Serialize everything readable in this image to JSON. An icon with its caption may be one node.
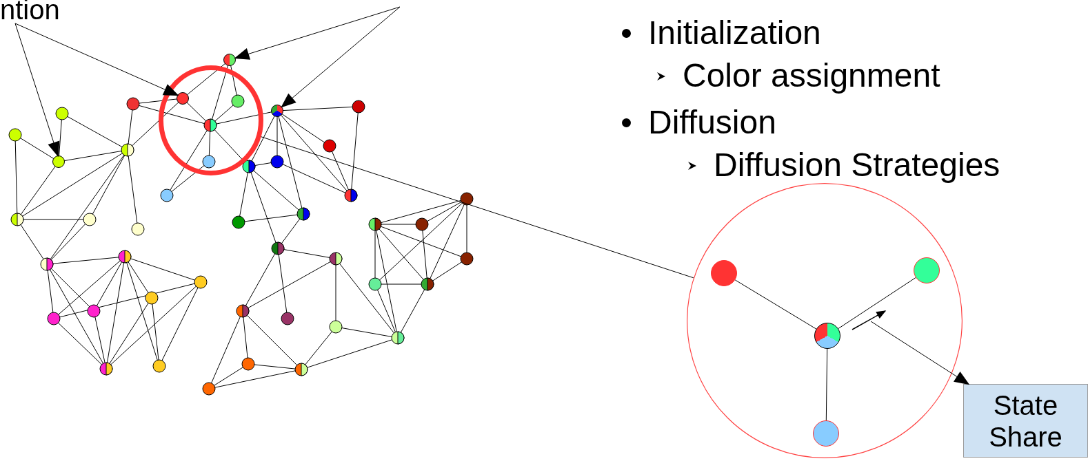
{
  "diagram": {
    "nodes": [
      {
        "text": [
          "ntion"
        ]
      },
      {
        "text": [],
        "shape": "circle"
      },
      {
        "text": [],
        "shape": "circle",
        "in": 5
      },
      {
        "text": [],
        "shape": "circle"
      },
      {
        "text": [],
        "shape": "circle"
      },
      {
        "text": [],
        "shape": "circle"
      },
      {
        "text": [],
        "shape": "circle"
      },
      {
        "text": [],
        "shape": "circle",
        "in": 6
      },
      {
        "text": [],
        "shape": "circle",
        "in": 6
      },
      {
        "text": [],
        "shape": "circle",
        "in": 6
      },
      {
        "text": [],
        "shape": "circle",
        "in": 6
      },
      {
        "text": [
          "State Share"
        ]
      }
    ],
    "edges": [
      {
        "from": 0,
        "to": 1,
        "arrow": "to"
      },
      {
        "from": 0,
        "to": 2,
        "arrow": "to"
      },
      {
        "from": null,
        "to": 3,
        "arrow": "to"
      },
      {
        "from": null,
        "to": 4,
        "arrow": "to"
      },
      {
        "from": 5,
        "to": 6,
        "arrow": "none"
      },
      {
        "from": 7,
        "to": 9,
        "arrow": "none"
      },
      {
        "from": 8,
        "to": 9,
        "arrow": "none"
      },
      {
        "from": 10,
        "to": 9,
        "arrow": "none"
      },
      {
        "from": null,
        "to": 11,
        "arrow": "to"
      }
    ],
    "labels": [
      "Initialization",
      "Color assignment",
      "Diffusion",
      "Diffusion Strategies"
    ]
  }
}
